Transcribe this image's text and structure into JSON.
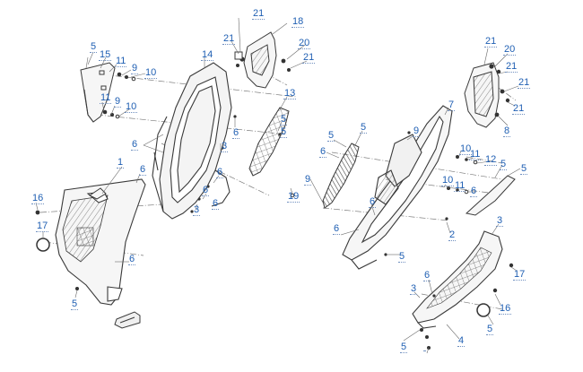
{
  "diagram": {
    "colors": {
      "line": "#3a3a3a",
      "leader": "#6a6a6a",
      "label": "#1f5fb3",
      "fill": "#f6f6f6",
      "hatch": "#9a9a9a"
    },
    "callouts": [
      {
        "id": "c1",
        "num": "21"
      },
      {
        "id": "c2",
        "num": "18"
      },
      {
        "id": "c3",
        "num": "21"
      },
      {
        "id": "c4",
        "num": "20"
      },
      {
        "id": "c5",
        "num": "21"
      },
      {
        "id": "c6",
        "num": "5"
      },
      {
        "id": "c7",
        "num": "15"
      },
      {
        "id": "c8",
        "num": "11"
      },
      {
        "id": "c9",
        "num": "14"
      },
      {
        "id": "c10",
        "num": "9"
      },
      {
        "id": "c11",
        "num": "10"
      },
      {
        "id": "c12",
        "num": "11"
      },
      {
        "id": "c13",
        "num": "9"
      },
      {
        "id": "c14",
        "num": "10"
      },
      {
        "id": "c15",
        "num": "13"
      },
      {
        "id": "c16",
        "num": "5"
      },
      {
        "id": "c17",
        "num": "5"
      },
      {
        "id": "c18",
        "num": "6"
      },
      {
        "id": "c19",
        "num": "6"
      },
      {
        "id": "c20",
        "num": "3"
      },
      {
        "id": "c21",
        "num": "1"
      },
      {
        "id": "c22",
        "num": "6"
      },
      {
        "id": "c23",
        "num": "6"
      },
      {
        "id": "c24",
        "num": "6"
      },
      {
        "id": "c25",
        "num": "6"
      },
      {
        "id": "c26",
        "num": "3"
      },
      {
        "id": "c27",
        "num": "16"
      },
      {
        "id": "c28",
        "num": "17"
      },
      {
        "id": "c29",
        "num": "6"
      },
      {
        "id": "c30",
        "num": "5"
      },
      {
        "id": "c31",
        "num": "19"
      },
      {
        "id": "c32",
        "num": "21"
      },
      {
        "id": "c33",
        "num": "20"
      },
      {
        "id": "c34",
        "num": "21"
      },
      {
        "id": "c35",
        "num": "21"
      },
      {
        "id": "c36",
        "num": "21"
      },
      {
        "id": "c37",
        "num": "8"
      },
      {
        "id": "c38",
        "num": "7"
      },
      {
        "id": "c39",
        "num": "5"
      },
      {
        "id": "c40",
        "num": "5"
      },
      {
        "id": "c41",
        "num": "6"
      },
      {
        "id": "c42",
        "num": "9"
      },
      {
        "id": "c43",
        "num": "10"
      },
      {
        "id": "c44",
        "num": "11"
      },
      {
        "id": "c45",
        "num": "12"
      },
      {
        "id": "c46",
        "num": "5"
      },
      {
        "id": "c47",
        "num": "5"
      },
      {
        "id": "c48",
        "num": "9"
      },
      {
        "id": "c49",
        "num": "10"
      },
      {
        "id": "c50",
        "num": "11"
      },
      {
        "id": "c51",
        "num": "6"
      },
      {
        "id": "c52",
        "num": "6"
      },
      {
        "id": "c53",
        "num": "6"
      },
      {
        "id": "c54",
        "num": "5"
      },
      {
        "id": "c55",
        "num": "2"
      },
      {
        "id": "c56",
        "num": "3"
      },
      {
        "id": "c57",
        "num": "17"
      },
      {
        "id": "c58",
        "num": "6"
      },
      {
        "id": "c59",
        "num": "3"
      },
      {
        "id": "c60",
        "num": "16"
      },
      {
        "id": "c61",
        "num": "5"
      },
      {
        "id": "c62",
        "num": "5"
      },
      {
        "id": "c63",
        "num": "4"
      }
    ]
  }
}
